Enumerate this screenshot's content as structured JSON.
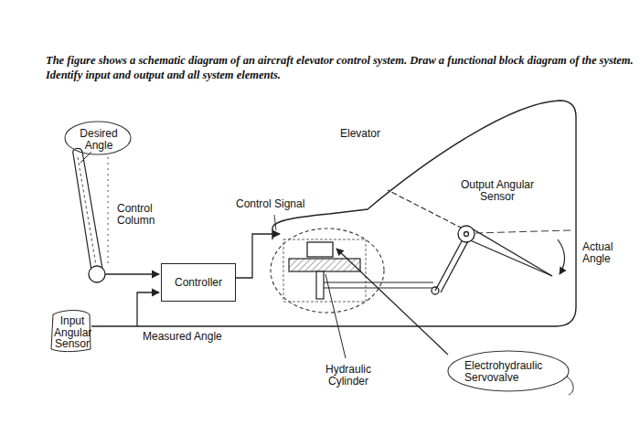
{
  "diagram": {
    "title": "The figure shows a schematic diagram of an aircraft elevator control system. Draw a functional block diagram of the system. Identify input and output and all system elements.",
    "nodes": [
      {
        "text": [
          "Controller"
        ]
      }
    ],
    "labels": [
      "Desired Angle",
      "Elevator",
      "Control Column",
      "Control Signal",
      "Output Angular Sensor",
      "Actual Angle",
      "Input Angular Sensor",
      "Measured Angle",
      "Hydraulic Cylinder",
      "Electrohydraulic Servovalve"
    ]
  }
}
